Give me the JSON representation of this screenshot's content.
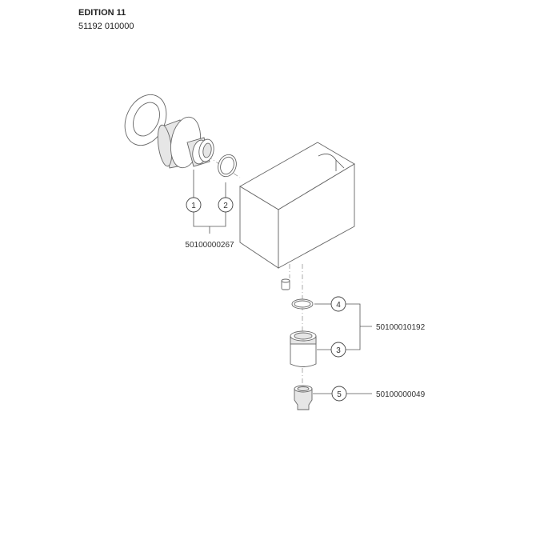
{
  "header": {
    "title": "EDITION 11",
    "article_number": "51192 010000"
  },
  "callouts": [
    {
      "number": "1"
    },
    {
      "number": "2"
    },
    {
      "number": "3"
    },
    {
      "number": "4"
    },
    {
      "number": "5"
    }
  ],
  "part_numbers": {
    "set_1_2": "50100000267",
    "set_3_4": "50100010192",
    "part_5": "50100000049"
  }
}
